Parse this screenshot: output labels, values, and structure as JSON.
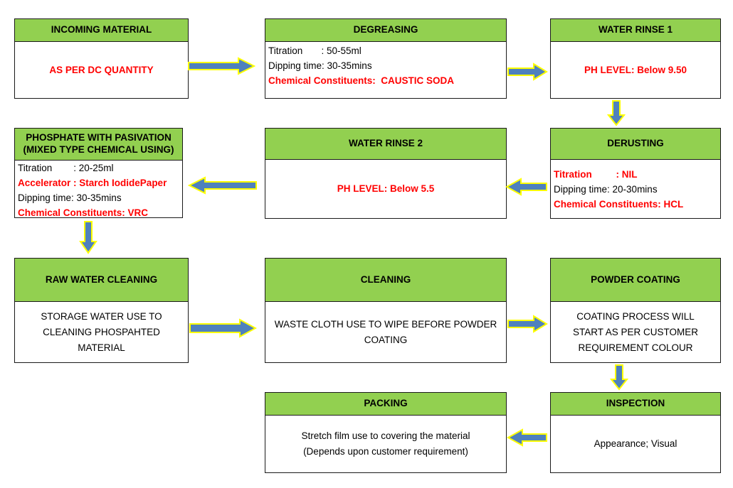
{
  "boxes": {
    "incoming": {
      "title": "INCOMING MATERIAL",
      "body": "AS PER DC QUANTITY"
    },
    "degreasing": {
      "title": "DEGREASING",
      "line1": "Titration       : 50-55ml",
      "line2": "Dipping time: 30-35mins",
      "line3": "Chemical Constituents:  CAUSTIC SODA"
    },
    "water_rinse_1": {
      "title": "WATER RINSE 1",
      "body": "PH LEVEL: Below 9.50"
    },
    "phosphate": {
      "title_line1": "PHOSPHATE WITH PASIVATION",
      "title_line2": "(MIXED TYPE CHEMICAL USING)",
      "line1": "Titration        : 20-25ml",
      "line2": "Accelerator : Starch IodidePaper",
      "line3": "Dipping time: 30-35mins",
      "line4": "Chemical Constituents: VRC"
    },
    "water_rinse_2": {
      "title": "WATER RINSE 2",
      "body": "PH LEVEL: Below 5.5"
    },
    "derusting": {
      "title": "DERUSTING",
      "line1": "Titration         : NIL",
      "line2": "Dipping time: 20-30mins",
      "line3": "Chemical Constituents: HCL"
    },
    "raw_water": {
      "title": "RAW WATER CLEANING",
      "body_line1": "STORAGE WATER USE TO",
      "body_line2": "CLEANING PHOSPAHTED",
      "body_line3": "MATERIAL"
    },
    "cleaning": {
      "title": "CLEANING",
      "body_line1": "WASTE CLOTH USE TO WIPE BEFORE POWDER",
      "body_line2": "COATING"
    },
    "powder_coating": {
      "title": "POWDER COATING",
      "body_line1": "COATING PROCESS WILL",
      "body_line2": "START AS PER CUSTOMER",
      "body_line3": "REQUIREMENT COLOUR"
    },
    "packing": {
      "title": "PACKING",
      "body_line1": "Stretch film use to covering the material",
      "body_line2": "(Depends upon customer requirement)"
    },
    "inspection": {
      "title": "INSPECTION",
      "body": "Appearance; Visual"
    }
  },
  "colors": {
    "header_fill": "#92d050",
    "arrow_fill": "#4f81bd",
    "arrow_outline": "#ffff00",
    "emphasis_text": "#ff0000"
  }
}
